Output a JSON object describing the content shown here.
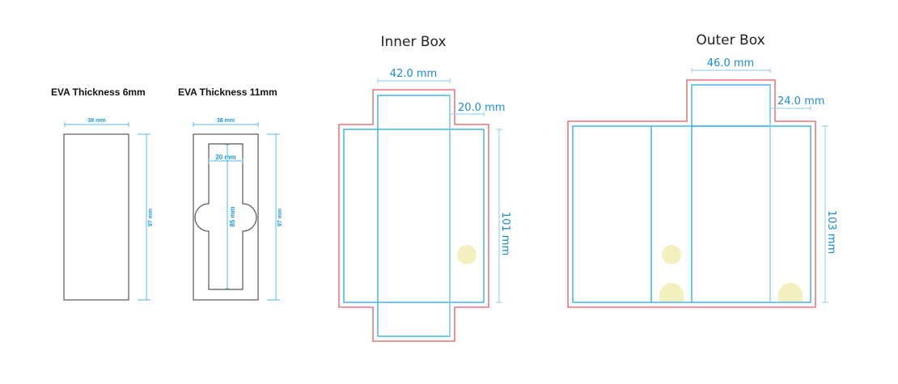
{
  "eva_6mm": {
    "title": "EVA Thickness 6mm",
    "width_label": "38 mm",
    "height_label": "97 mm"
  },
  "eva_11mm": {
    "title": "EVA Thickness 11mm",
    "width_label": "38 mm",
    "cutout_width_label": "20 mm",
    "cutout_height_label": "85 mm",
    "height_label": "97 mm"
  },
  "inner_box": {
    "title": "Inner Box",
    "width_label": "42.0 mm",
    "depth_label": "20.0 mm",
    "height_label": "101 mm"
  },
  "outer_box": {
    "title": "Outer Box",
    "width_label": "46.0 mm",
    "depth_label": "24.0 mm",
    "height_label": "103 mm"
  },
  "colors": {
    "cut_line": "#e05a64",
    "fold_line": "#2aa7e0",
    "dimension": "#1a8ccc",
    "thumb_notch": "#f3efbf",
    "eva_outline": "#555555"
  }
}
